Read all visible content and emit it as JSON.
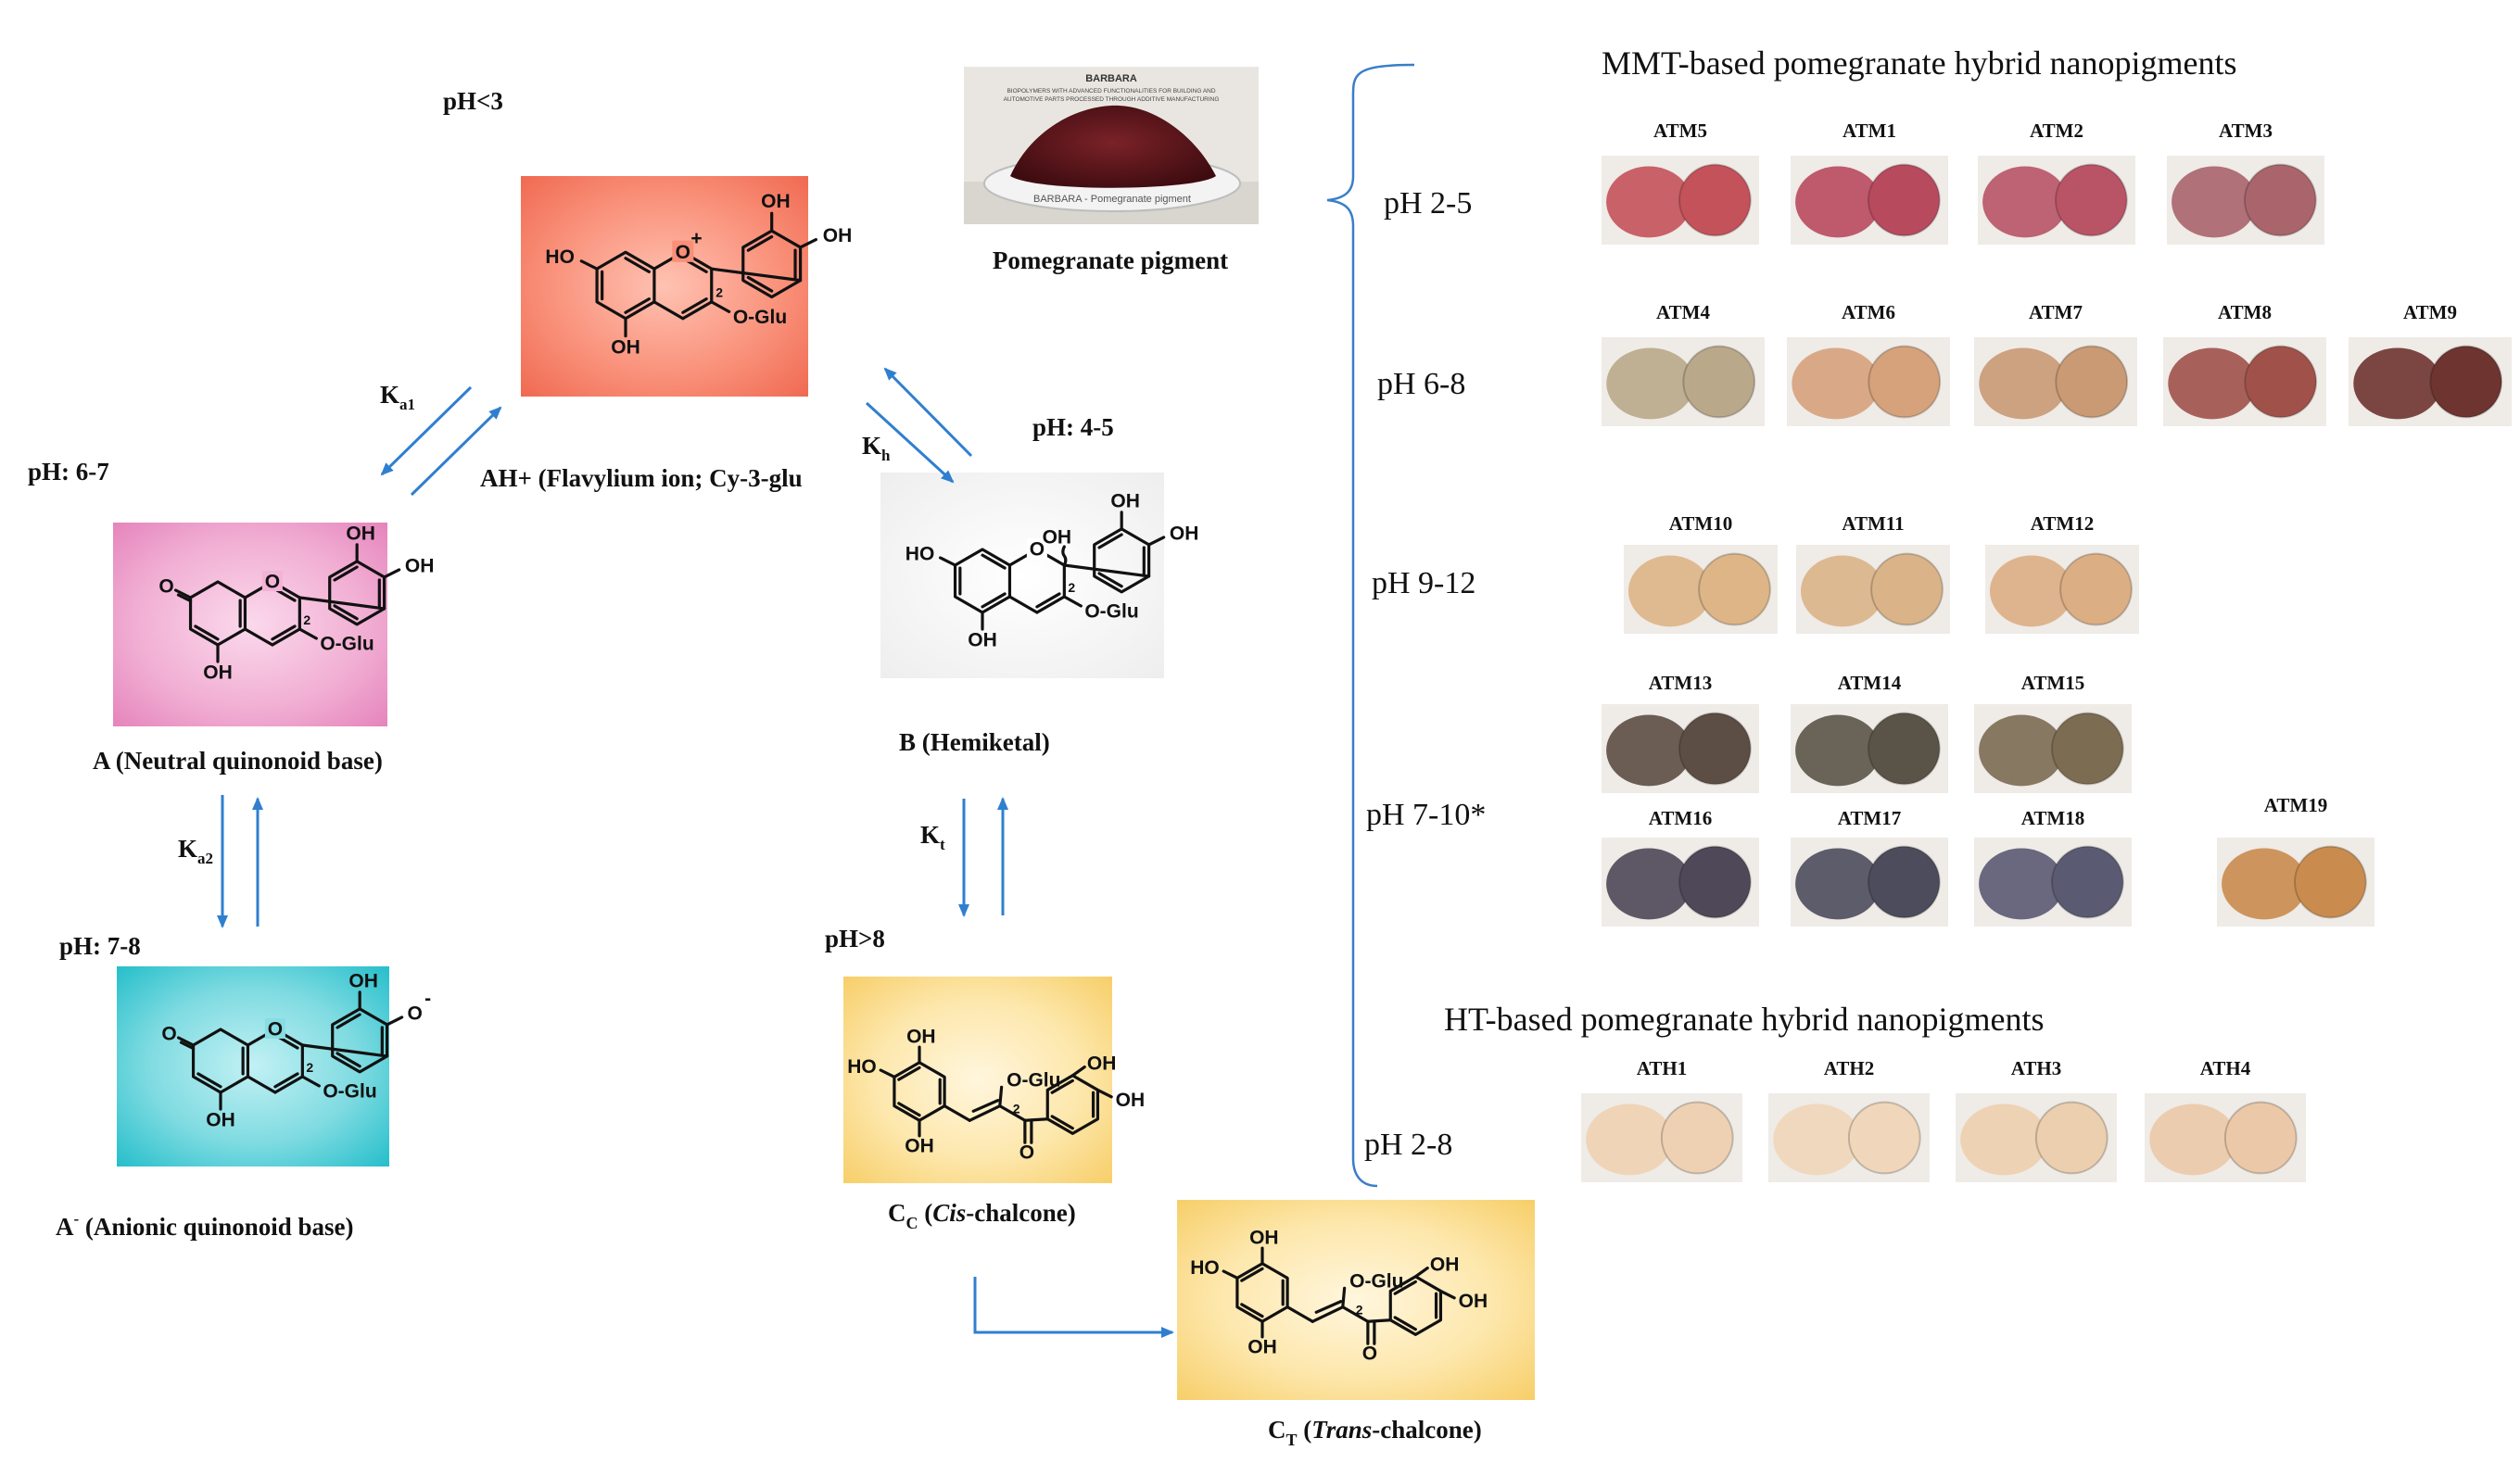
{
  "species": {
    "flavylium": {
      "ph": "pH<3",
      "label": "AH+ (Flavylium ion; Cy-3-glu"
    },
    "neutral_base": {
      "ph": "pH: 6-7",
      "label": "A (Neutral quinonoid base)"
    },
    "anionic_base": {
      "ph": "pH: 7-8",
      "label_main": "A",
      "label_sup": "-",
      "label_rest": " (Anionic quinonoid base)"
    },
    "hemiketal": {
      "ph": "pH: 4-5",
      "label": "B (Hemiketal)"
    },
    "cis_chalcone": {
      "ph": "pH>8",
      "label_c": "C",
      "label_sub": "C",
      "label_open": " (",
      "label_ital": "Cis",
      "label_rest": "-chalcone)"
    },
    "trans_chalcone": {
      "label_c": "C",
      "label_sub": "T",
      "label_open": " (",
      "label_ital": "Trans",
      "label_rest": "-chalcone)"
    }
  },
  "constants": {
    "ka1": {
      "main": "K",
      "sub": "a1"
    },
    "ka2": {
      "main": "K",
      "sub": "a2"
    },
    "kh": {
      "main": "K",
      "sub": "h"
    },
    "kt": {
      "main": "K",
      "sub": "t"
    }
  },
  "atoms": {
    "oh": "OH",
    "ho": "HO",
    "o": "O",
    "o_plus": "+",
    "o_minus": "-",
    "oglu": "O-Glu",
    "c2": "2"
  },
  "pigment": {
    "caption": "Pomegranate pigment",
    "label_title": "BARBARA",
    "label_line1": "BIOPOLYMERS WITH ADVANCED FUNCTIONALITIES FOR BUILDING AND",
    "label_line2": "AUTOMOTIVE PARTS PROCESSED THROUGH ADDITIVE MANUFACTURING",
    "dish_text": "BARBARA - Pomegranate pigment"
  },
  "mmt": {
    "title": "MMT-based pomegranate hybrid nanopigments",
    "groups": [
      {
        "ph": "pH 2-5",
        "samples": [
          "ATM5",
          "ATM1",
          "ATM2",
          "ATM3"
        ],
        "colors": [
          "#c4525a",
          "#b84a5e",
          "#b85466",
          "#a9646c"
        ]
      },
      {
        "ph": "pH 6-8",
        "samples": [
          "ATM4",
          "ATM6",
          "ATM7",
          "ATM8",
          "ATM9"
        ],
        "colors": [
          "#b9a88a",
          "#d6a27c",
          "#c99a74",
          "#a0524a",
          "#6e3430"
        ]
      },
      {
        "ph": "pH 9-12",
        "samples": [
          "ATM10",
          "ATM11",
          "ATM12"
        ],
        "colors": [
          "#ddb586",
          "#dab488",
          "#dcae84"
        ]
      },
      {
        "ph": "pH 7-10*",
        "samples": [
          "ATM13",
          "ATM14",
          "ATM15",
          "ATM16",
          "ATM17",
          "ATM18",
          "ATM19"
        ],
        "colors": [
          "#5c4e44",
          "#5a5448",
          "#7b6c52",
          "#4e4858",
          "#4c4c5c",
          "#5a5a72",
          "#c98c4e"
        ]
      }
    ]
  },
  "ht": {
    "title": "HT-based pomegranate hybrid nanopigments",
    "groups": [
      {
        "ph": "pH  2-8",
        "samples": [
          "ATH1",
          "ATH2",
          "ATH3",
          "ATH4"
        ],
        "colors": [
          "#eed1b3",
          "#f0d6ba",
          "#eccfae",
          "#ebc9a8"
        ]
      }
    ]
  },
  "colors": {
    "arrow": "#2f7fd0",
    "flavylium_bg": "#f47d63",
    "neutral_bg": "#ec98c8",
    "anionic_bg": "#2ec3ce",
    "chalcone_bg": "#f9d682"
  }
}
